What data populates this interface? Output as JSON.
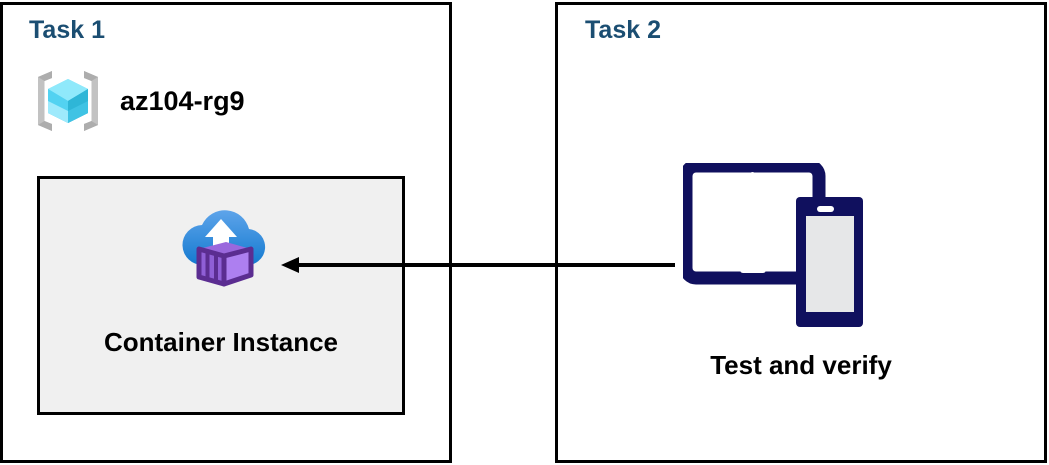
{
  "diagram": {
    "title": "",
    "background": "#ffffff",
    "panels": [
      {
        "name": "task-1",
        "title": "Task 1",
        "title_color": "#1b4e72",
        "border_color": "#000000",
        "resource_group": {
          "icon": "resource-group-icon",
          "label": "az104-rg9",
          "icon_colors": {
            "bracket": "#b3b3b3",
            "cube_light": "#7fe6fb",
            "cube_mid": "#50d2f0",
            "cube_dark": "#22a5c9"
          }
        },
        "card": {
          "name": "container-instance-card",
          "label": "Container Instance",
          "background": "#f0f0f0",
          "border_color": "#000000",
          "icon": "container-instance-icon",
          "icon_colors": {
            "cloud_top": "#5ea0e8",
            "cloud_bottom": "#1b7fd4",
            "container_light": "#ab7ae8",
            "container_mid": "#9b62e0",
            "container_dark": "#5b2d91"
          }
        }
      },
      {
        "name": "task-2",
        "title": "Task 2",
        "title_color": "#1b4e72",
        "border_color": "#000000",
        "device": {
          "icon": "tablet-and-phone-icon",
          "label": "Test and verify",
          "icon_colors": {
            "device_outline": "#10105e",
            "screen_fill": "#ffffff",
            "phone_screen_fill": "#e6e7e8"
          }
        }
      }
    ],
    "arrow": {
      "name": "flow-arrow",
      "direction": "right-to-left",
      "color": "#000000",
      "from": "Test and verify",
      "to": "Container Instance"
    }
  }
}
